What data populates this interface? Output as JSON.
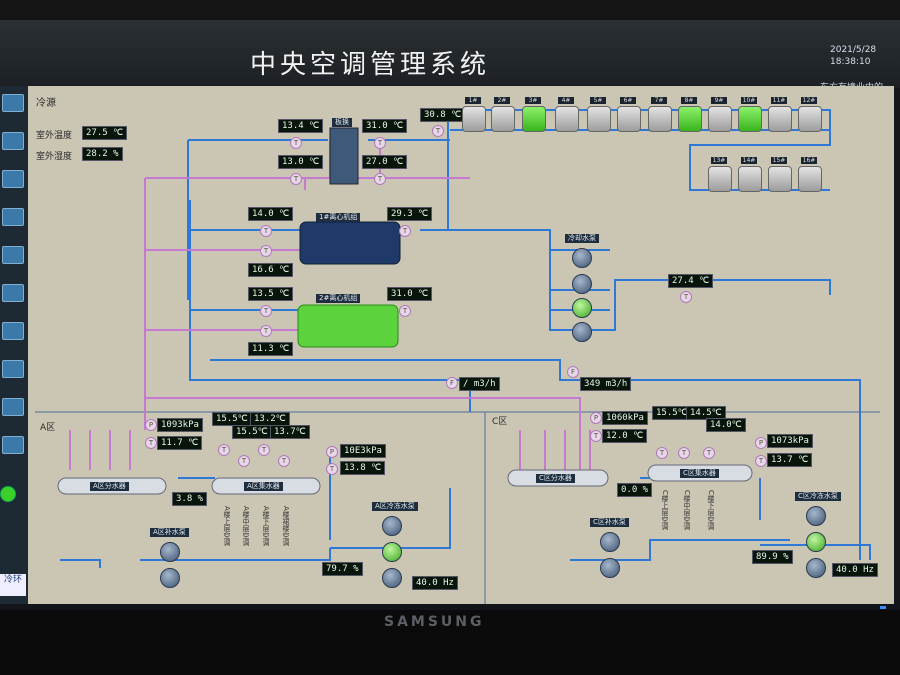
{
  "header": {
    "title": "中央空调管理系统",
    "date": "2021/5/28",
    "time": "18:38:10",
    "org": "东方有境业中的"
  },
  "outdoor": {
    "section": "冷源",
    "temp_label": "室外温度",
    "temp_value": "27.5 ℃",
    "humidity_label": "室外湿度",
    "humidity_value": "28.2 %"
  },
  "cooling_tower": {
    "temp_out": "30.8 ℃",
    "row1": [
      "1#",
      "2#",
      "3#",
      "4#",
      "5#",
      "6#",
      "7#",
      "8#",
      "9#",
      "10#",
      "11#",
      "12#"
    ],
    "row2": [
      "13#",
      "14#",
      "15#",
      "16#"
    ]
  },
  "exchanger": {
    "label": "板换",
    "t1": "13.4 ℃",
    "t2": "13.0 ℃",
    "t3": "31.0 ℃",
    "t4": "27.0 ℃"
  },
  "chiller1": {
    "label": "1#离心机组",
    "t_left1": "14.0 ℃",
    "t_left2": "16.6 ℃",
    "t_right": "29.3 ℃"
  },
  "chiller2": {
    "label": "2#离心机组",
    "t_left1": "13.5 ℃",
    "t_left2": "11.3 ℃",
    "t_right": "31.0 ℃"
  },
  "cooling_pumps": {
    "label": "冷却水泵",
    "temp": "27.4 ℃"
  },
  "flows": {
    "flow1": "/ m3/h",
    "flow2": "349 m3/h"
  },
  "zone_a": {
    "label": "A区",
    "pressure": "1093kPa",
    "temp": "11.7 ℃",
    "distributor": "A区分水器",
    "collector": "A区集水器",
    "valve_pct": "3.8 %",
    "temps": [
      "15.5℃",
      "15.5℃",
      "13.2℃",
      "13.7℃"
    ],
    "branches": [
      "A楼上层空调",
      "A楼中层空调",
      "A楼下层空调",
      "A楼裙楼空调"
    ],
    "return_pressure": "10E3kPa",
    "return_temp": "13.8 ℃",
    "pump_a_label": "A区补水泵",
    "pump_b_label": "A区冷冻水泵",
    "pct": "79.7 %",
    "hz": "40.0 Hz"
  },
  "zone_c": {
    "label": "C区",
    "pressure": "1060kPa",
    "temp": "12.0 ℃",
    "distributor": "C区分水器",
    "collector": "C区集水器",
    "valve_pct": "0.0 %",
    "temps": [
      "15.5℃",
      "14.5℃",
      "14.0℃"
    ],
    "branches": [
      "C楼上层空调",
      "C楼中层空调",
      "C楼下层空调"
    ],
    "return_pressure": "1073kPa",
    "return_temp": "13.7 ℃",
    "pump_a_label": "C区补水泵",
    "pump_b_label": "C区冷冻水泵",
    "pct": "89.9 %",
    "hz": "40.0 Hz"
  },
  "sensor_letters": {
    "temp": "T",
    "pressure": "P",
    "flow": "F"
  },
  "logo_text": "冷环",
  "brand": "SAMSUNG"
}
